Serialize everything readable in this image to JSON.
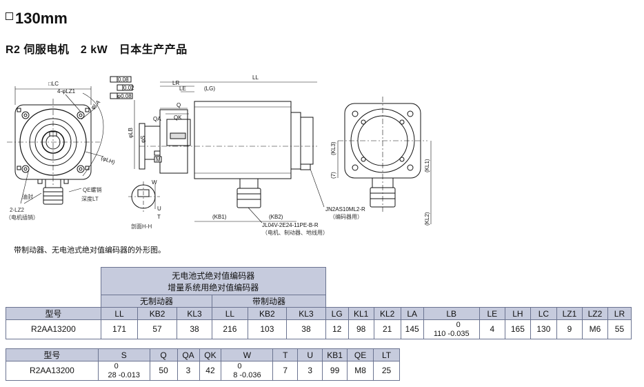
{
  "header": {
    "title": "130mm",
    "subtitle": "R2 伺服电机　2 kW　日本生产产品"
  },
  "drawing": {
    "labels": {
      "lc": "□LC",
      "lz1": "4-φLZ1",
      "la": "φLA",
      "lh": "(φLH)",
      "ll": "LL",
      "lr": "LR",
      "le": "LE",
      "lg": "(LG)",
      "q": "Q",
      "qa": "QA",
      "qk": "QK",
      "lb": "φLB",
      "s": "φS",
      "m_mark": "M",
      "tol1": "0.08",
      "tol2": "0.02",
      "tol3": "φ0.08",
      "qe": "QE螺销",
      "depth": "深度LT",
      "seal": "油封",
      "lz2": "2-LZ2",
      "lz2_note": "（电机插销）",
      "w": "W",
      "u": "U",
      "t": "T",
      "section": "剖面H-H",
      "kb1": "(KB1)",
      "kb2": "(KB2)",
      "jl04": "JL04V-2E24-11PE-B-R",
      "jl04_note": "（电机、制动器、地线用）",
      "jn2": "JN2AS10ML2-R",
      "jn2_note": "（编码器用）",
      "kl3": "(KL3)",
      "seven": "(7)",
      "kl1": "(KL1)",
      "kl2": "(KL2)"
    }
  },
  "note": "带制动器、无电池式绝对值编码器的外形图。",
  "table1": {
    "group_top": [
      "无电池式绝对值编码器",
      "增量系统用绝对值编码器"
    ],
    "sub_groups": [
      "无制动器",
      "带制动器"
    ],
    "headers": [
      "型号",
      "LL",
      "KB2",
      "KL3",
      "LL",
      "KB2",
      "KL3",
      "LG",
      "KL1",
      "KL2",
      "LA",
      "LB",
      "LE",
      "LH",
      "LC",
      "LZ1",
      "LZ2",
      "LR"
    ],
    "row": {
      "model": "R2AA13200",
      "cells": [
        "171",
        "57",
        "38",
        "216",
        "103",
        "38",
        "12",
        "98",
        "21",
        "145"
      ],
      "lb_nominal": "110",
      "lb_upper": "0",
      "lb_lower": "-0.035",
      "tail": [
        "4",
        "165",
        "130",
        "9",
        "M6",
        "55"
      ]
    }
  },
  "table2": {
    "headers": [
      "型号",
      "S",
      "Q",
      "QA",
      "QK",
      "W",
      "T",
      "U",
      "KB1",
      "QE",
      "LT"
    ],
    "row": {
      "model": "R2AA13200",
      "s_nominal": "28",
      "s_upper": "0",
      "s_lower": "-0.013",
      "q": "50",
      "qa": "3",
      "qk": "42",
      "w_nominal": "8",
      "w_upper": "0",
      "w_lower": "-0.036",
      "tail": [
        "7",
        "3",
        "99",
        "M8",
        "25"
      ]
    }
  }
}
